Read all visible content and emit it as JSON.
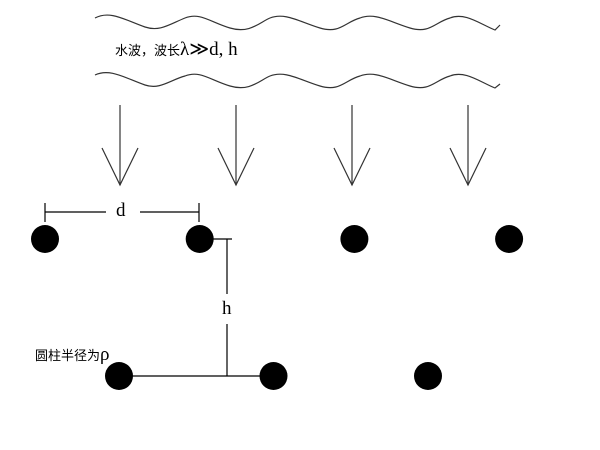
{
  "wave_label": {
    "prefix": "水波，波长",
    "lambda": "λ",
    "relation": "≫d, h"
  },
  "spacing_label": "d",
  "row_gap_label": "h",
  "radius_label": {
    "text": "圆柱半径为",
    "symbol": "ρ"
  },
  "cylinders": {
    "top_row_count": 4,
    "bottom_row_count": 3
  },
  "arrow_count": 4
}
